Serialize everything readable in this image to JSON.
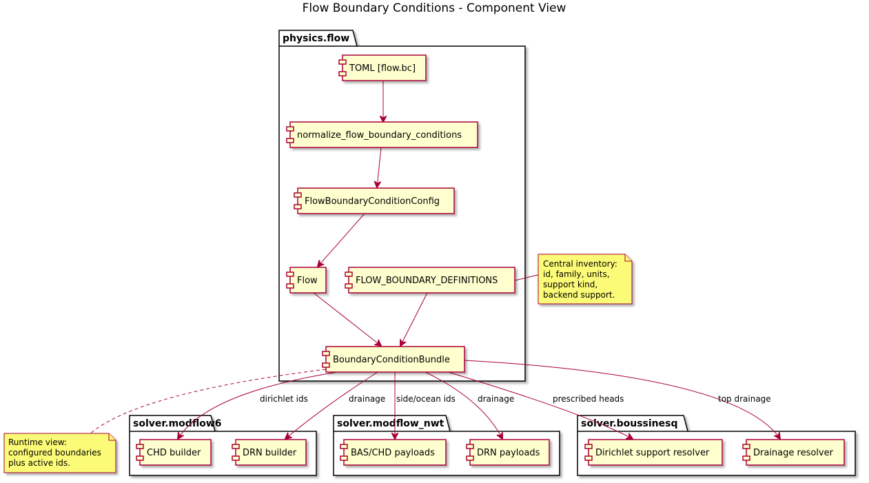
{
  "title": "Flow Boundary Conditions - Component View",
  "packages": {
    "physics_flow": "physics.flow",
    "modflow6": "solver.modflow6",
    "modflow_nwt": "solver.modflow_nwt",
    "boussinesq": "solver.boussinesq"
  },
  "components": {
    "toml": "TOML [flow.bc]",
    "normalize": "normalize_flow_boundary_conditions",
    "config": "FlowBoundaryConditionConfig",
    "flow": "Flow",
    "definitions": "FLOW_BOUNDARY_DEFINITIONS",
    "bundle": "BoundaryConditionBundle",
    "chd_builder": "CHD builder",
    "drn_builder": "DRN builder",
    "bas_chd": "BAS/CHD payloads",
    "drn_payloads": "DRN payloads",
    "dirichlet_resolver": "Dirichlet support resolver",
    "drainage_resolver": "Drainage resolver"
  },
  "edge_labels": {
    "dirichlet_ids": "dirichlet ids",
    "drainage_mf6": "drainage",
    "side_ocean": "side/ocean ids",
    "drainage_nwt": "drainage",
    "prescribed_heads": "prescribed heads",
    "top_drainage": "top drainage"
  },
  "notes": {
    "inventory": [
      "Central inventory:",
      "id, family, units,",
      "support kind,",
      "backend support."
    ],
    "runtime": [
      "Runtime view:",
      "configured boundaries",
      "plus active ids."
    ]
  },
  "colors": {
    "component_fill": "#FEFECE",
    "component_border": "#A80036",
    "arrow": "#A80036",
    "note_fill": "#FBFB77"
  }
}
